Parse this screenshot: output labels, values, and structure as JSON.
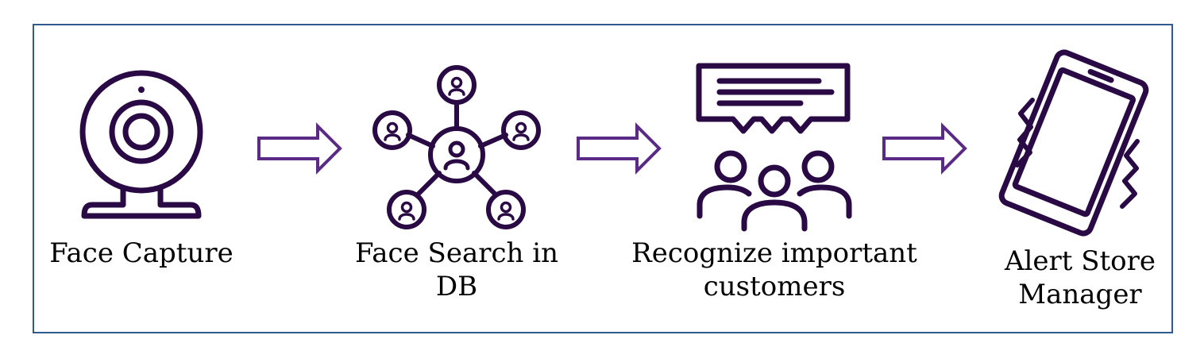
{
  "colors": {
    "icon": "#2a0a45",
    "arrow": "#5b2a86",
    "border": "#2f5b8f",
    "text": "#000000"
  },
  "steps": [
    {
      "icon": "webcam-icon",
      "label_lines": [
        "Face Capture"
      ]
    },
    {
      "icon": "face-network-icon",
      "label_lines": [
        "Face Search in",
        "DB"
      ]
    },
    {
      "icon": "customers-speech-icon",
      "label_lines": [
        "Recognize important",
        "customers"
      ]
    },
    {
      "icon": "vibrating-phone-icon",
      "label_lines": [
        "Alert Store",
        "Manager"
      ]
    }
  ]
}
